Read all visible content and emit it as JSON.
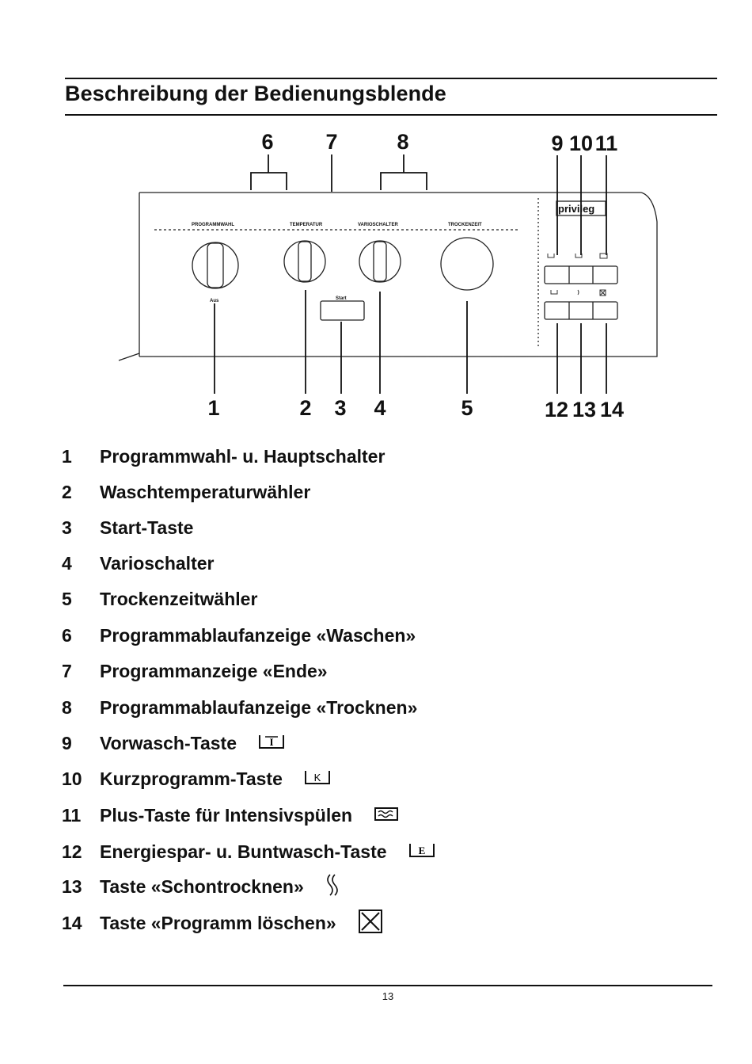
{
  "page": {
    "title": "Beschreibung der Bedienungsblende",
    "page_number": "13"
  },
  "figure": {
    "callouts_top": [
      "6",
      "7",
      "8",
      "9",
      "10",
      "11"
    ],
    "callouts_bottom": [
      "1",
      "2",
      "3",
      "4",
      "5",
      "12",
      "13",
      "14"
    ],
    "panel_labels": {
      "programmwahl": "PROGRAMMWAHL",
      "temperatur": "TEMPERATUR",
      "varioschalter": "VARIOSCHALTER",
      "trockenzeit": "TROCKENZEIT",
      "brand": "privileg",
      "start": "Start",
      "aus": "Aus"
    }
  },
  "legend": [
    {
      "num": "1",
      "text": "Programmwahl- u. Hauptschalter",
      "symbol": ""
    },
    {
      "num": "2",
      "text": "Waschtemperaturwähler",
      "symbol": ""
    },
    {
      "num": "3",
      "text": "Start-Taste",
      "symbol": ""
    },
    {
      "num": "4",
      "text": "Varioschalter",
      "symbol": ""
    },
    {
      "num": "5",
      "text": "Trockenzeitwähler",
      "symbol": ""
    },
    {
      "num": "6",
      "text": "Programmablaufanzeige «Waschen»",
      "symbol": ""
    },
    {
      "num": "7",
      "text": "Programmanzeige «Ende»",
      "symbol": ""
    },
    {
      "num": "8",
      "text": "Programmablaufanzeige «Trocknen»",
      "symbol": ""
    },
    {
      "num": "9",
      "text": "Vorwasch-Taste",
      "symbol": "I"
    },
    {
      "num": "10",
      "text": "Kurzprogramm-Taste",
      "symbol": "K"
    },
    {
      "num": "11",
      "text": "Plus-Taste für Intensivspülen",
      "symbol": "plus-rinse-icon"
    },
    {
      "num": "12",
      "text": "Energiespar- u. Buntwasch-Taste",
      "symbol": "E"
    },
    {
      "num": "13",
      "text": "Taste «Schontrocknen»",
      "symbol": "gentle-dry-icon"
    },
    {
      "num": "14",
      "text": "Taste «Programm löschen»",
      "symbol": "cancel-program-icon"
    }
  ]
}
